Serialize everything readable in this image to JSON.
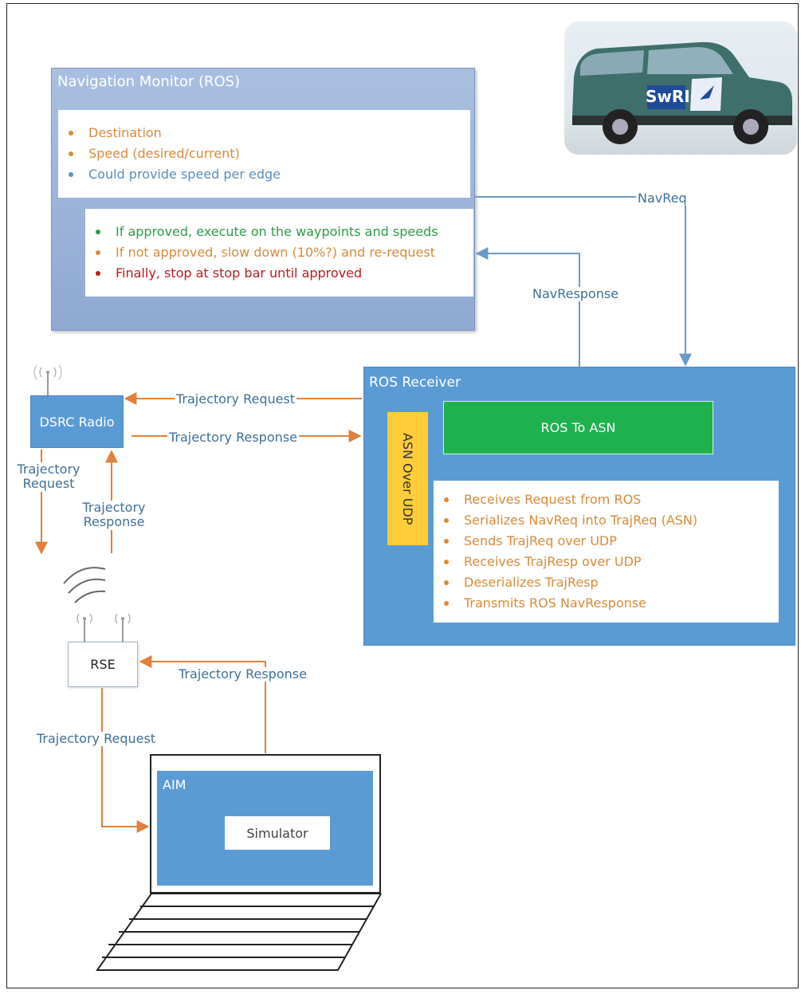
{
  "navigation_monitor": {
    "title": "Navigation Monitor (ROS)",
    "inputs": [
      {
        "text": "Destination",
        "color": "#d98a3a"
      },
      {
        "text": "Speed (desired/current)",
        "color": "#d98a3a"
      },
      {
        "text": "Could provide speed per edge",
        "color": "#5b8db8"
      }
    ],
    "behaviors": [
      {
        "text": "If approved, execute on the waypoints and speeds",
        "color": "#2f9a4a"
      },
      {
        "text": "If not approved, slow down (10%?) and re-request",
        "color": "#d98a3a"
      },
      {
        "text": "Finally, stop at stop bar until approved",
        "color": "#c0181e"
      }
    ]
  },
  "vehicle_logo": "SwRI",
  "edges": {
    "navreq": "NavReq",
    "navresponse": "NavResponse",
    "dsrc_to_ros": "Trajectory Request",
    "ros_to_dsrc": "Trajectory Response",
    "dsrc_down": "Trajectory Request",
    "rse_up": "Trajectory Response",
    "aim_to_rse": "Trajectory Response",
    "rse_to_aim": "Trajectory Request"
  },
  "ros_receiver": {
    "title": "ROS Receiver",
    "ros_to_asn": "ROS To ASN",
    "asn_over_udp": "ASN Over UDP",
    "steps": [
      "Receives Request from ROS",
      "Serializes NavReq into TrajReq (ASN)",
      "Sends TrajReq over UDP",
      "Receives TrajResp over UDP",
      "Deserializes TrajResp",
      "Transmits ROS NavResponse"
    ]
  },
  "dsrc_radio": {
    "label": "DSRC Radio"
  },
  "rse": {
    "label": "RSE"
  },
  "aim": {
    "title": "AIM",
    "simulator": "Simulator"
  },
  "colors": {
    "blue_box": "#5b9bd5",
    "nav_box": "#9db4d8",
    "green": "#1fb14e",
    "yellow": "#ffcc3a",
    "orange_arrow": "#e0803c",
    "blue_arrow": "#6b9ac4",
    "label_text": "#3f6f96",
    "orange_text": "#d98a3a"
  }
}
